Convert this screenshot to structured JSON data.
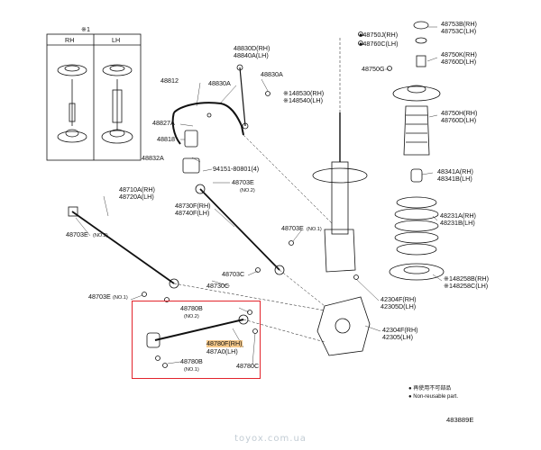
{
  "labels": {
    "p48812": "48812",
    "p48830a_top": "48830A",
    "p48830d": "48830D(RH)",
    "p48840a": "48840A(LH)",
    "p48830a_right": "48830A",
    "p48530": "※148530(RH)",
    "p48540": "※148540(LH)",
    "p48827a": "48827A",
    "p48818": "48818",
    "p48832a": "48832A",
    "p94151": "94151-80801(4)",
    "p48703e_top": "48703E",
    "p48703e_top_no": "(NO.2)",
    "p48710a": "48710A(RH)",
    "p48720a": "48720A(LH)",
    "p48703e_left": "48703E",
    "p48703e_left_no": "(NO.2)",
    "p48730f": "48730F(RH)",
    "p48740f": "48740F(LH)",
    "p48703e_mid": "48703E",
    "p48703e_mid_no": "(NO.1)",
    "p48703c": "48703C",
    "p48730c": "48730C",
    "p48703e_bottom": "48703E",
    "p48703e_bottom_no": "(NO.1)",
    "p48780b_top": "48780B",
    "p48780b_top_no": "(NO.2)",
    "p48780f": "48780F(RH)",
    "p487a0": "487A0(LH)",
    "p48780b_bottom": "48780B",
    "p48780b_bottom_no": "(NO.1)",
    "p48780c": "48780C",
    "p48750j": "●48750J(RH)",
    "p48760c": "●48760C(LH)",
    "p48750g": "48750G",
    "p48753b": "48753B(RH)",
    "p48753c": "48753C(LH)",
    "p48750k": "48750K(RH)",
    "p48760d": "48760D(LH)",
    "p48750h": "48750H(RH)",
    "p48760d2": "48760D(LH)",
    "p48341a": "48341A(RH)",
    "p48341b": "48341B(LH)",
    "p48231a": "48231A(RH)",
    "p48231b": "48231B(LH)",
    "p48258b": "※148258B(RH)",
    "p48258c": "※148258C(LH)",
    "p42304f_top": "42304F(RH)",
    "p42305d": "42305D(LH)",
    "p42304f_bottom": "42304F(RH)",
    "p42305": "42305(LH)",
    "inset_note": "※1",
    "inset_rh": "RH",
    "inset_lh": "LH"
  },
  "legend": {
    "line1": "● 再使用不可部品",
    "line2": "● Non-reusable part."
  },
  "diagram_code": "483889E",
  "watermark": "toyox.com.ua",
  "colors": {
    "highlight_frame": "#e2242c",
    "highlight_label": "#f6c98a"
  }
}
